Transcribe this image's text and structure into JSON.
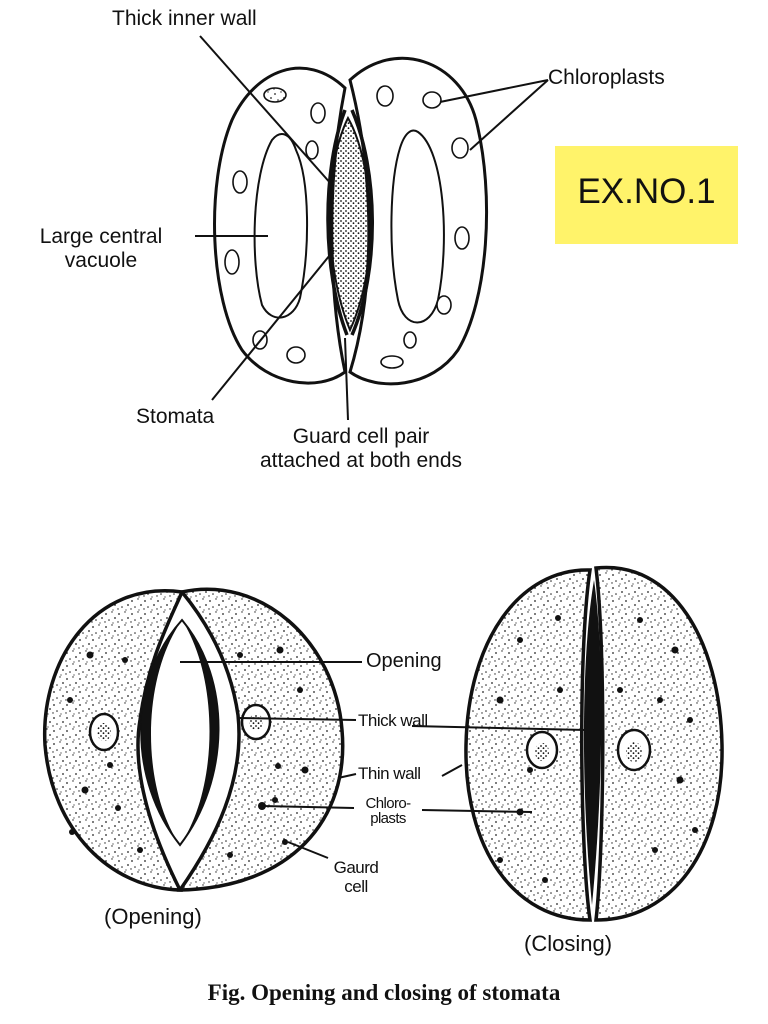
{
  "diagram_top": {
    "labels": {
      "thick_inner_wall": "Thick inner wall",
      "chloroplasts": "Chloroplasts",
      "large_central_vacuole": "Large central\nvacuole",
      "stomata": "Stomata",
      "guard_cell_pair": "Guard cell pair\nattached at both ends"
    }
  },
  "badge": {
    "text": "EX.NO.1",
    "color": "#fff36a"
  },
  "diagram_bottom": {
    "labels": {
      "opening_pore": "Opening",
      "thick_wall": "Thick wall",
      "thin_wall": "Thin wall",
      "chloroplasts": "Chloro-\nplasts",
      "guard_cell": "Gaurd\ncell",
      "opening_state": "(Opening)",
      "closing_state": "(Closing)"
    }
  },
  "caption": "Fig. Opening and closing of stomata"
}
